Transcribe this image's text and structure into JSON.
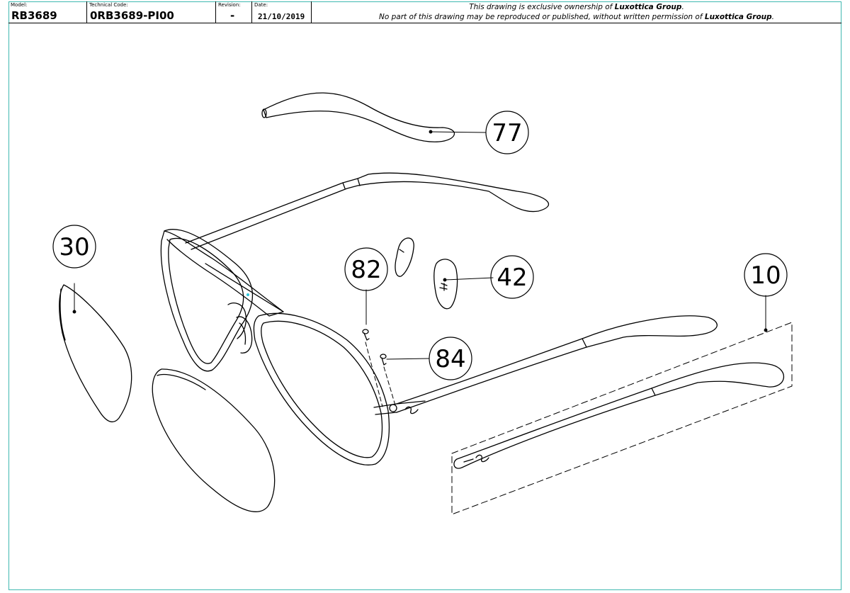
{
  "title_block": {
    "model": {
      "label": "Model:",
      "value": "RB3689"
    },
    "technical_code": {
      "label": "Technical Code:",
      "value": "0RB3689-PI00"
    },
    "revision": {
      "label": "Revision:",
      "value": "-"
    },
    "date": {
      "label": "Date:",
      "value": "21/10/2019"
    },
    "ownership_prefix": "This drawing is exclusive ownership of",
    "ownership_company": "Luxottica Group",
    "ownership_suffix": ".",
    "reproduction_prefix": "No part of this drawing may be reproduced or published, without written permission of",
    "reproduction_company": "Luxottica Group",
    "reproduction_suffix": "."
  },
  "callouts": [
    {
      "id": "temple-tip",
      "number": "77"
    },
    {
      "id": "lens",
      "number": "30"
    },
    {
      "id": "screw-top",
      "number": "82"
    },
    {
      "id": "nose-pad",
      "number": "42"
    },
    {
      "id": "temple-assembly",
      "number": "10"
    },
    {
      "id": "screw-hinge",
      "number": "84"
    }
  ],
  "colors": {
    "sheet_border": "#3fb8b0",
    "lines": "#000000",
    "accent_dot": "#2ec4d8"
  }
}
